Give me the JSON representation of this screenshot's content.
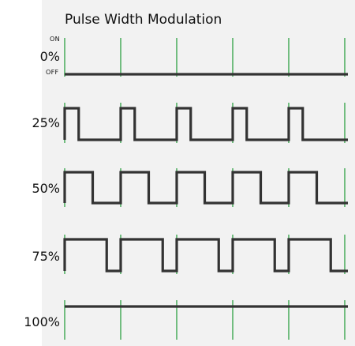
{
  "title": "Pulse Width Modulation",
  "levels": {
    "on": "ON",
    "off": "OFF"
  },
  "rows": [
    {
      "label": "0%",
      "duty": 0
    },
    {
      "label": "25%",
      "duty": 0.25
    },
    {
      "label": "50%",
      "duty": 0.5
    },
    {
      "label": "75%",
      "duty": 0.75
    },
    {
      "label": "100%",
      "duty": 1
    }
  ],
  "periods": 5,
  "colors": {
    "panel": "#f2f2f2",
    "waveform": "#333333",
    "marker": "#2ea043"
  }
}
